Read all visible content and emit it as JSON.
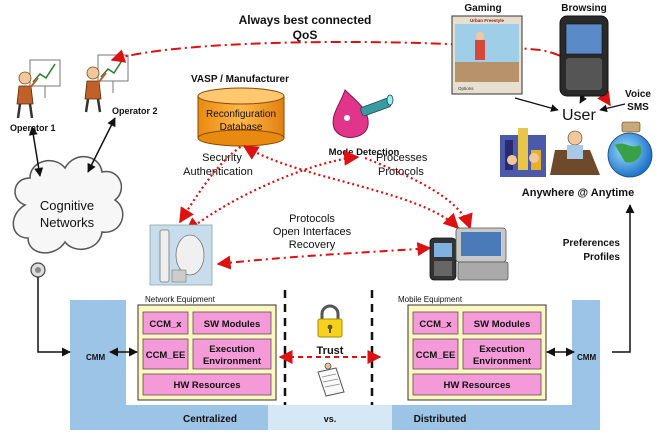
{
  "top": {
    "headline_line1": "Always best connected",
    "headline_line2": "QoS",
    "gaming": "Gaming",
    "game_brand": "Urban Freestyle",
    "game_options": "Options",
    "browsing": "Browsing",
    "voice_line1": "Voice",
    "voice_line2": "SMS",
    "user": "User",
    "anywhere": "Anywhere @ Anytime"
  },
  "operators": {
    "op1": "Operator 1",
    "op2": "Operator 2"
  },
  "vasp": {
    "title": "VASP / Manufacturer",
    "db_line1": "Reconfiguration",
    "db_line2": "Database"
  },
  "mode_detection": "Mode Detection",
  "labels": {
    "security_line1": "Security",
    "security_line2": "Authentication",
    "processes_line1": "Processes",
    "processes_line2": "Protocols",
    "protocols_line1": "Protocols",
    "protocols_line2": "Open Interfaces",
    "protocols_line3": "Recovery",
    "preferences_line1": "Preferences",
    "preferences_line2": "Profiles",
    "trust": "Trust"
  },
  "cognitive": {
    "line1": "Cognitive",
    "line2": "Networks"
  },
  "bottom": {
    "cmm_left": "CMM",
    "cmm_right": "CMM",
    "network_equipment": "Network Equipment",
    "mobile_equipment": "Mobile Equipment",
    "ccm_x": "CCM_x",
    "sw_modules": "SW Modules",
    "ccm_ee": "CCM_EE",
    "exec_line1": "Execution",
    "exec_line2": "Environment",
    "hw_resources": "HW Resources",
    "centralized": "Centralized",
    "vs": "vs.",
    "distributed": "Distributed"
  },
  "colors": {
    "panel_blue": "#9cc4e6",
    "equipment_yellow": "#fff7c0",
    "module_pink": "#f49ad8",
    "link_red": "#dd1111",
    "database_orange": "#f5a623"
  }
}
